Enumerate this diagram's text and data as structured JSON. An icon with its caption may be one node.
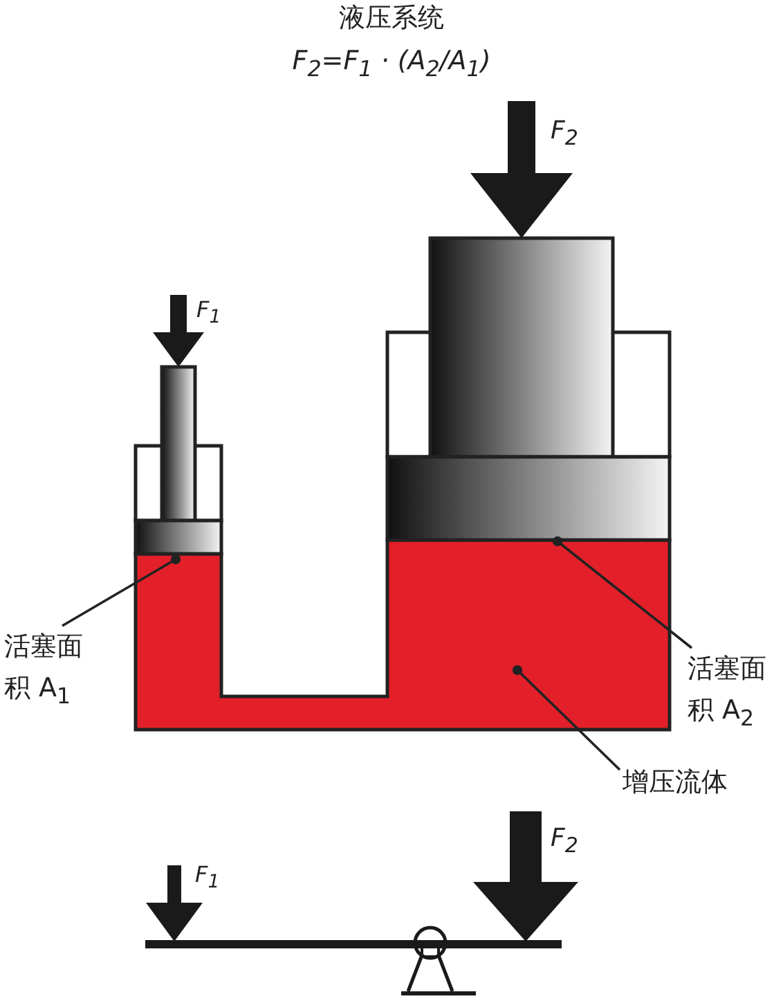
{
  "diagram": {
    "title": "液压系统",
    "nodes": [
      {
        "text": [
          "活塞面积 A$_{1}$"
        ]
      },
      {
        "text": [
          "活塞面积 A$_{2}$"
        ]
      },
      {
        "text": [
          "增压流体"
        ]
      }
    ],
    "edges": [
      {
        "from": 0,
        "to": null,
        "arrow": "other"
      },
      {
        "from": 1,
        "to": null,
        "arrow": "other"
      },
      {
        "from": 2,
        "to": null,
        "arrow": "other"
      }
    ],
    "labels": [
      "F$_{2}$=F$_{1}$ · (A$_{2}$/A$_{1}$)",
      "F$_{2}$",
      "F$_{1}$",
      "F$_{1}$",
      "F$_{2}$"
    ]
  }
}
